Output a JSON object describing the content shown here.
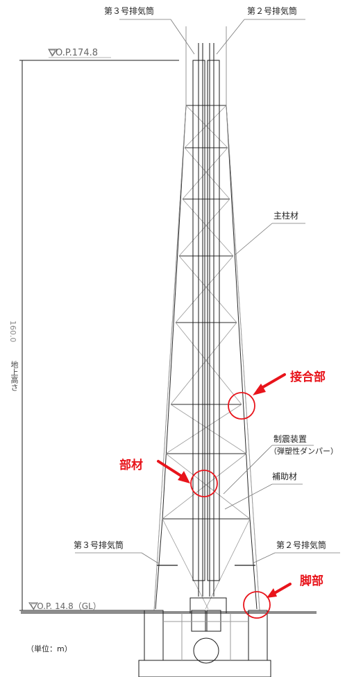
{
  "labels": {
    "stack3_top": "第３号排気筒",
    "stack2_top": "第２号排気筒",
    "top_level": "▽O.P.174.8",
    "main_post": "主柱材",
    "ground_height_label": "地上高さ",
    "ground_height_value": "160.0",
    "joint": "接合部",
    "damper_line1": "制震装置",
    "damper_line2": "（弾塑性ダンパー）",
    "member": "部材",
    "brace": "補助材",
    "stack3_bottom": "第３号排気筒",
    "stack2_bottom": "第２号排気筒",
    "leg": "脚部",
    "ground_level": "▽O.P. 14.8（GL）",
    "unit": "（単位：m）"
  },
  "colors": {
    "line": "#1a1a1a",
    "light_line": "#8c8c8c",
    "highlight": "#e8141b"
  }
}
